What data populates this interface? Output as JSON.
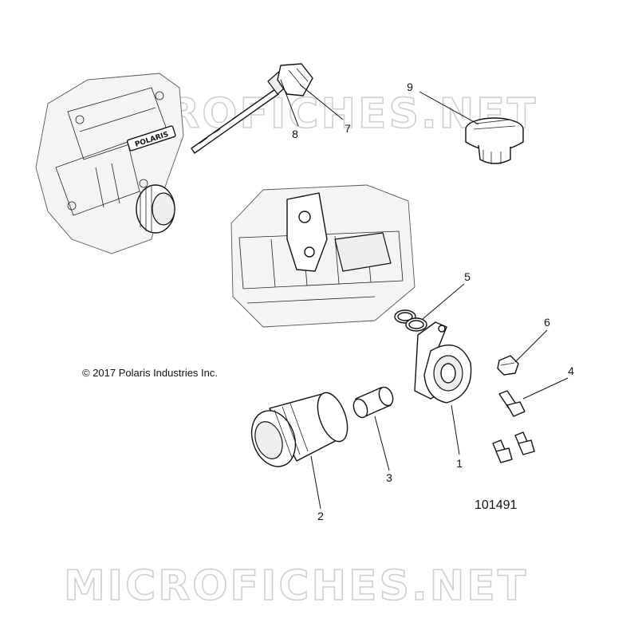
{
  "watermark_text": "MICROFICHES.NET",
  "copyright": "© 2017 Polaris Industries Inc.",
  "figure_number": "101491",
  "callouts": [
    "1",
    "2",
    "3",
    "4",
    "5",
    "6",
    "7",
    "8",
    "9"
  ],
  "engine_brand": "POLARIS"
}
